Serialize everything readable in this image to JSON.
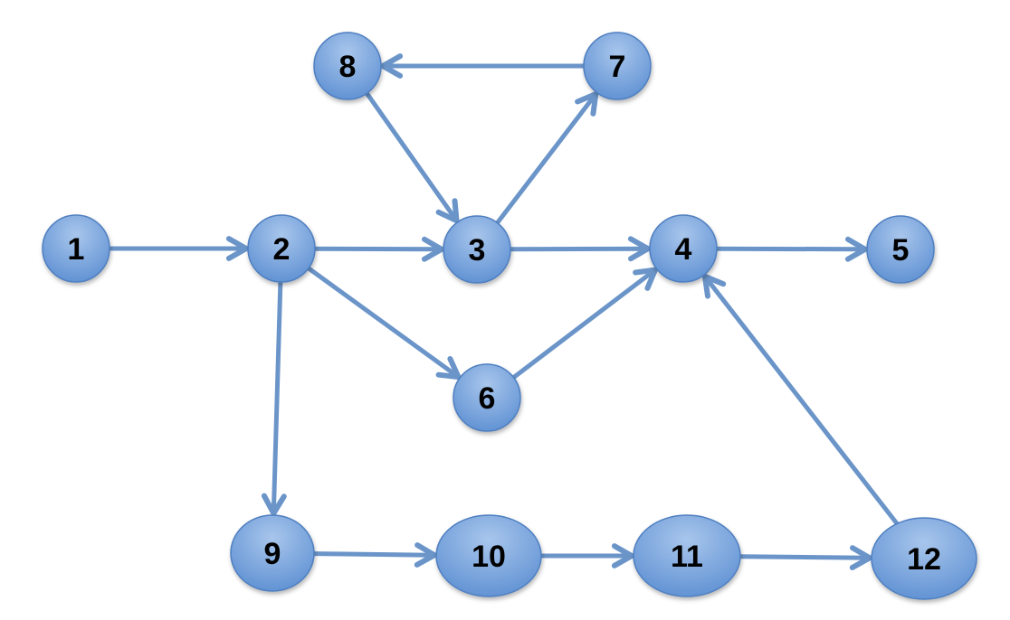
{
  "colors": {
    "node_fill_top": "#a8c6ec",
    "node_fill_bottom": "#5d8fd2",
    "node_stroke": "#4f7fc0",
    "edge": "#6b95c9",
    "label": "#000000",
    "background": "#ffffff"
  },
  "nodes": [
    {
      "id": "1",
      "label": "1"
    },
    {
      "id": "2",
      "label": "2"
    },
    {
      "id": "3",
      "label": "3"
    },
    {
      "id": "4",
      "label": "4"
    },
    {
      "id": "5",
      "label": "5"
    },
    {
      "id": "6",
      "label": "6"
    },
    {
      "id": "7",
      "label": "7"
    },
    {
      "id": "8",
      "label": "8"
    },
    {
      "id": "9",
      "label": "9"
    },
    {
      "id": "10",
      "label": "10"
    },
    {
      "id": "11",
      "label": "11"
    },
    {
      "id": "12",
      "label": "12"
    }
  ],
  "edges": [
    {
      "from": "1",
      "to": "2"
    },
    {
      "from": "2",
      "to": "3"
    },
    {
      "from": "2",
      "to": "6"
    },
    {
      "from": "2",
      "to": "9"
    },
    {
      "from": "3",
      "to": "4"
    },
    {
      "from": "3",
      "to": "7"
    },
    {
      "from": "7",
      "to": "8"
    },
    {
      "from": "8",
      "to": "3"
    },
    {
      "from": "4",
      "to": "5"
    },
    {
      "from": "6",
      "to": "4"
    },
    {
      "from": "9",
      "to": "10"
    },
    {
      "from": "10",
      "to": "11"
    },
    {
      "from": "11",
      "to": "12"
    },
    {
      "from": "12",
      "to": "4"
    }
  ]
}
